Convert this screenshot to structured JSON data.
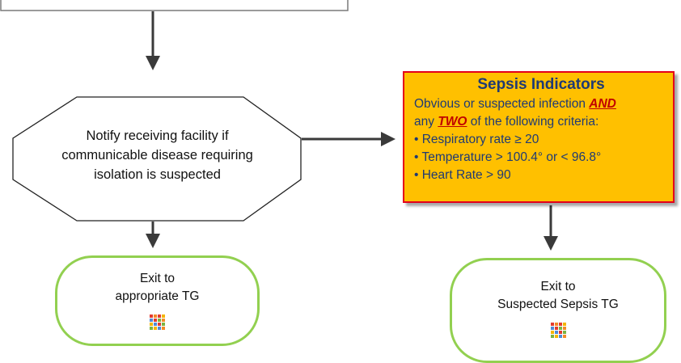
{
  "nodes": {
    "notify": {
      "lines": [
        "Notify receiving facility if",
        "communicable disease requiring",
        "isolation is suspected"
      ]
    },
    "sepsis": {
      "title": "Sepsis Indicators",
      "intro_text": "Obvious or suspected infection",
      "intro_keyword": "AND",
      "criteria_prefix": "any",
      "criteria_keyword": "TWO",
      "criteria_suffix": "of the following criteria:",
      "bullets": [
        "• Respiratory rate ≥ 20",
        "• Temperature > 100.4° or < 96.8°",
        "• Heart Rate > 90"
      ]
    },
    "exit_appropriate": {
      "lines": [
        "Exit to",
        "appropriate TG"
      ],
      "icon": "treatment-guideline-icon"
    },
    "exit_sepsis": {
      "lines": [
        "Exit to",
        "Suspected Sepsis TG"
      ],
      "icon": "treatment-guideline-icon"
    }
  },
  "colors": {
    "sepsis_fill": "#ffc000",
    "sepsis_border": "#e4001b",
    "sepsis_text": "#1f3a74",
    "keyword": "#c00000",
    "terminal_border": "#92d050",
    "arrow": "#3a3a3a"
  }
}
